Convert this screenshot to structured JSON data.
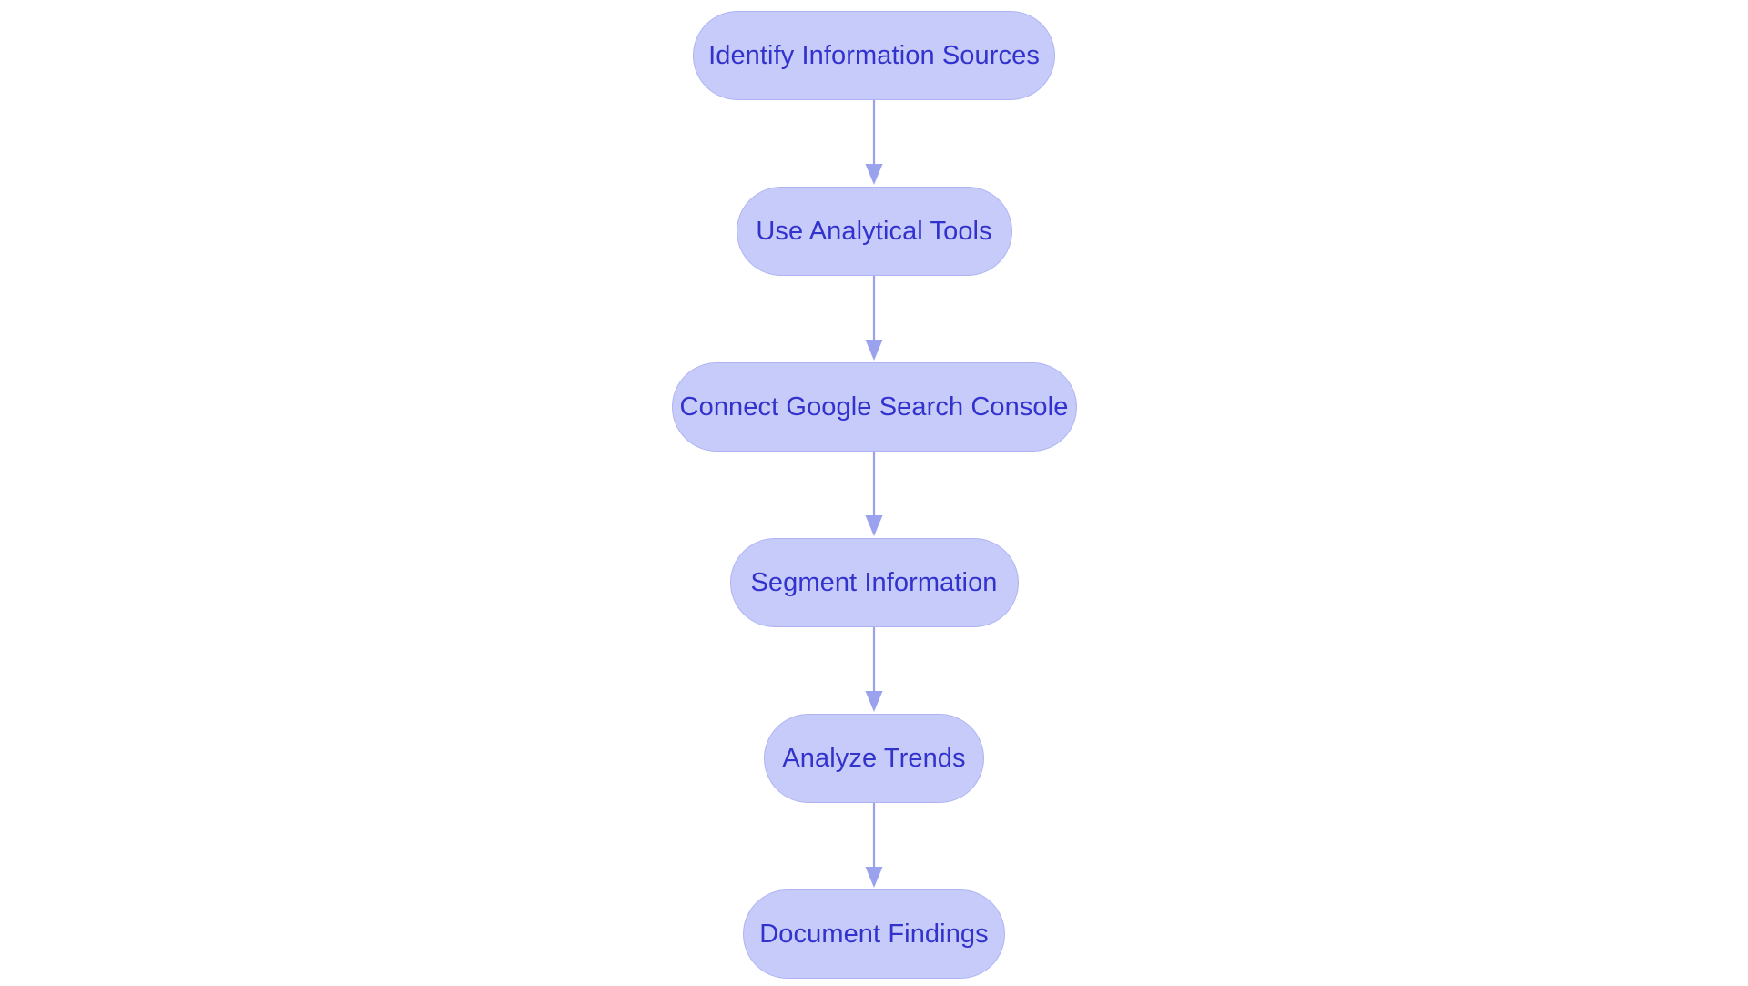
{
  "diagram": {
    "type": "flowchart",
    "orientation": "vertical-top-to-bottom",
    "title": "",
    "background_color": "#ffffff",
    "node_fill_color": "#c7cbfa",
    "node_border_color": "#aeb4f2",
    "node_text_color": "#3232cc",
    "arrow_color": "#9aa2ee",
    "node_shape": "stadium",
    "nodes": [
      {
        "id": "n1",
        "label": "Identify Information Sources",
        "order": 1
      },
      {
        "id": "n2",
        "label": "Use Analytical Tools",
        "order": 2
      },
      {
        "id": "n3",
        "label": "Connect Google Search Console",
        "order": 3
      },
      {
        "id": "n4",
        "label": "Segment Information",
        "order": 4
      },
      {
        "id": "n5",
        "label": "Analyze Trends",
        "order": 5
      },
      {
        "id": "n6",
        "label": "Document Findings",
        "order": 6
      }
    ],
    "edges": [
      {
        "id": "e1",
        "from": "n1",
        "to": "n2",
        "label": "",
        "arrow": "down"
      },
      {
        "id": "e2",
        "from": "n2",
        "to": "n3",
        "label": "",
        "arrow": "down"
      },
      {
        "id": "e3",
        "from": "n3",
        "to": "n4",
        "label": "",
        "arrow": "down"
      },
      {
        "id": "e4",
        "from": "n4",
        "to": "n5",
        "label": "",
        "arrow": "down"
      },
      {
        "id": "e5",
        "from": "n5",
        "to": "n6",
        "label": "",
        "arrow": "down"
      }
    ]
  }
}
